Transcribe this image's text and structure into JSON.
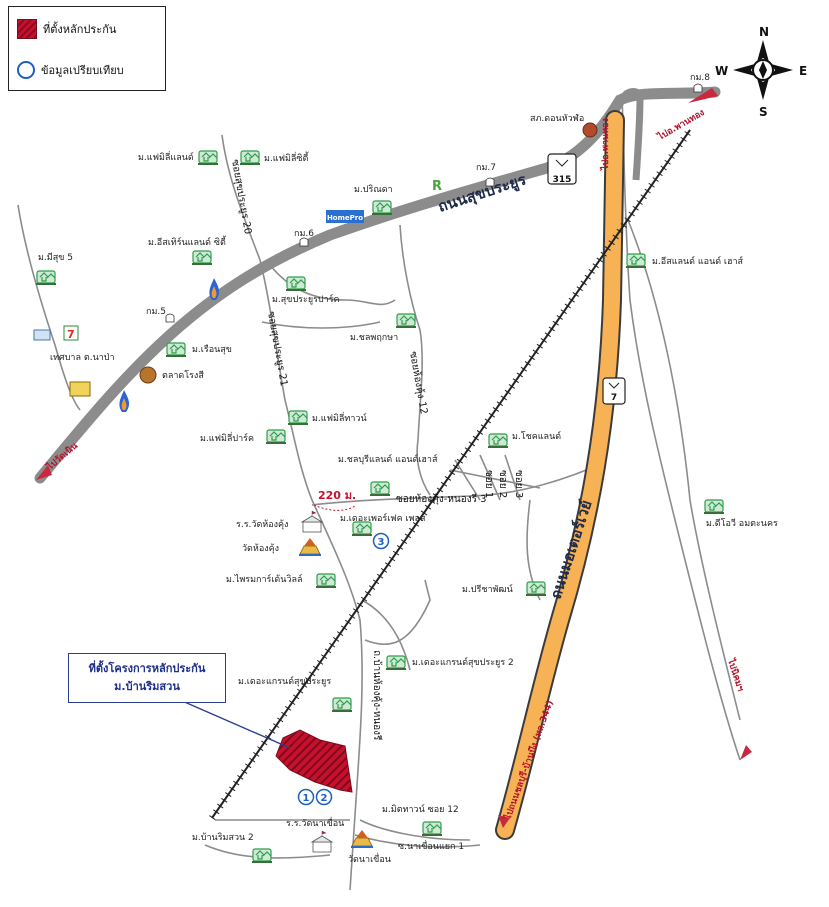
{
  "legend": {
    "site_label": "ที่ตั้งหลักประกัน",
    "compare_label": "ข้อมูลเปรียบเทียบ"
  },
  "compass": {
    "n": "N",
    "s": "S",
    "e": "E",
    "w": "W"
  },
  "callout": {
    "line1": "ที่ตั้งโครงการหลักประกัน",
    "line2": "ม.บ้านริมสวน"
  },
  "roads": {
    "sukprayoon": "ถนนสุขประยูร",
    "motorway": "ถนนมอเตอร์เวย์",
    "route_315": "315",
    "route_7": "7",
    "to_phanthong": "ไปอ.พานทอง",
    "to_phanthong_2": "ไปอ.พานทอง",
    "to_chonburi_banbueng": "ไปถนนชลบุรี-บ้านบึง (ทล.344)",
    "to_wat_nong": "ไปวัดเนิน",
    "to_amata": "ไปนิคมฯ",
    "soi20": "ซอยสุขประยูร 20",
    "soi21": "ซอยสุขประยูร 21",
    "soi3": "ซอยห้องคุ้ง-หนองรี 3",
    "soi12": "ซอยห้องคุ้ง 12",
    "road_hongkhung": "ถ.บ้านห้องคุ้ง-หนองรี",
    "soi_a": "ซอย 1",
    "soi_b": "ซอย 2",
    "soi_c": "ซอย 3",
    "distance": "220 ม."
  },
  "places": {
    "km8": "กม.8",
    "km7": "กม.7",
    "km6": "กม.6",
    "km5": "กม.5",
    "sapho_donhuaro": "สภ.ดอนหัวฬ่อ",
    "family_land": "ม.แฟมิลี่แลนด์",
    "family_city": "ม.แฟมิลี่ซิตี้",
    "parinda": "ม.ปริณดา",
    "east_land_city": "ม.อีสเทิร์นแลนด์ ซิตี้",
    "meesuk5": "ม.มีสุข 5",
    "sukprayoon_park": "ม.สุขประยูรปาร์ค",
    "chonpreuksa": "ม.ชลพฤกษา",
    "ruensuk": "ม.เรือนสุข",
    "talat_rongsi": "ตลาดโรงสี",
    "tesaban": "เทศบาล ต.นาป่า",
    "family_town": "ม.แฟมิลี่ทาวน์",
    "family_park": "ม.แฟมิลี่ปาร์ค",
    "chonburi_land": "ม.ชลบุรีแลนด์ แอนด์เฮาส์",
    "the_perfect": "ม.เดอะเพอร์เฟค เพลส",
    "wat_hongkhung_school": "ร.ร.วัดห้องคุ้ง",
    "wat_hongkhung": "วัดห้องคุ้ง",
    "prime_garden": "ม.ไพรมการ์เด้นวิลล์",
    "the_grand_sukprayoon": "ม.เดอะแกรนด์สุขประยูร",
    "the_grand_sukprayoon2": "ม.เดอะแกรนด์สุขประยูร 2",
    "preechaphat": "ม.ปรีชาพัฒน์",
    "chocolate": "ม.โชคแลนด์",
    "east_land_house": "ม.อีสแลนด์ แอนด์ เฮาส์",
    "cd_amata": "ม.ดีโอวี อมตะนคร",
    "mittown": "ม.มิตทาวน์ ซอย 12",
    "ban_rimsuan2": "ม.บ้านริมสวน 2",
    "wat_na_khuean_school": "ร.ร.วัดนาเขื่อน",
    "wat_na_khuean": "วัดนาเขื่อน",
    "soi_nakhuean": "ซ.นาเขื่อนแยก 1",
    "homepro": "HomePro"
  },
  "markers": {
    "m1": "1",
    "m2": "2",
    "m3": "3"
  },
  "colors": {
    "road_gray": "#8c8c8c",
    "motorway_orange": "#f6b255",
    "site_red": "#c8102e",
    "marker_blue": "#1f5fbf",
    "arrow_red": "#c9283e",
    "house_green": "#2e9e4a"
  }
}
